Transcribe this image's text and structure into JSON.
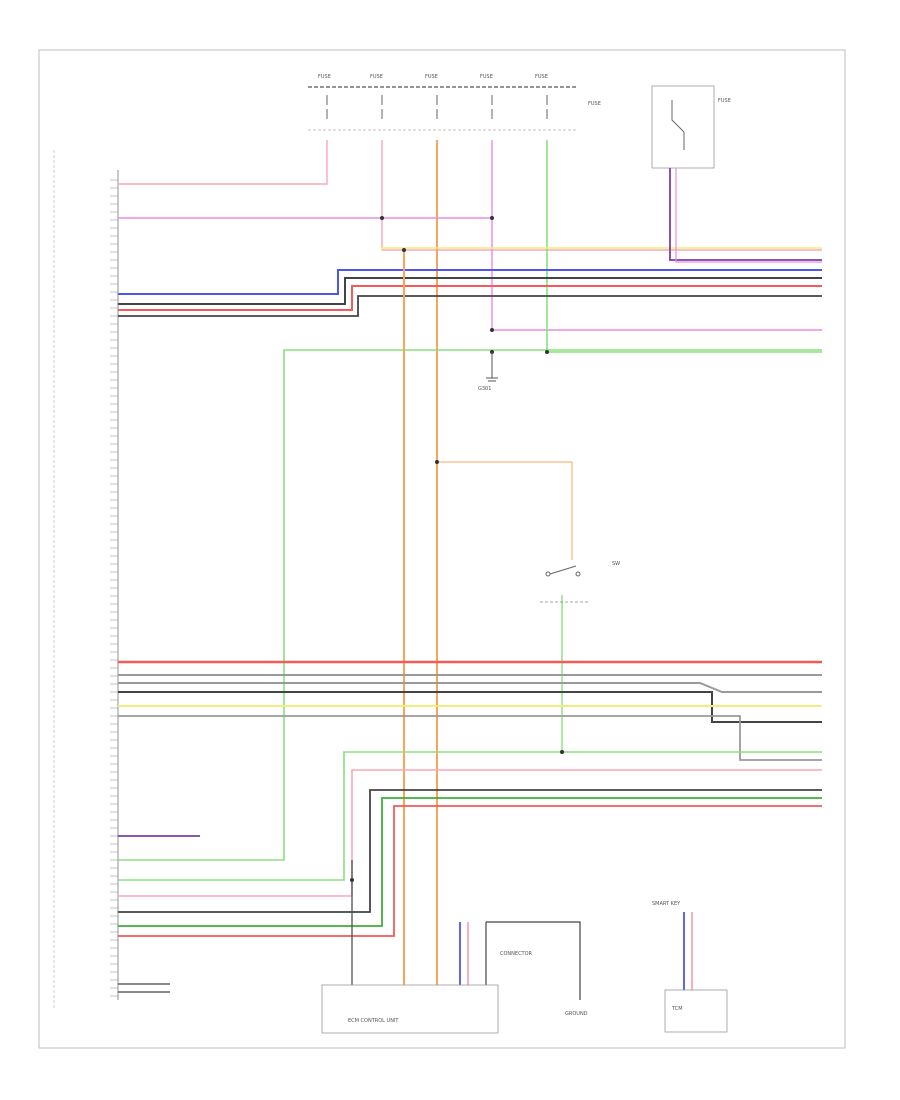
{
  "colors": {
    "red": "#f45a5a",
    "pink": "#f7a8b8",
    "magenta": "#e98ce8",
    "blue": "#4f56f0",
    "green": "#8ae07e",
    "dark_green": "#3fae3a",
    "yellow": "#f1ed7a",
    "orange": "#f6a55a",
    "gray": "#9a9a9a",
    "black": "#444444",
    "purple": "#7a3fa8",
    "frame": "#bdbdbd"
  },
  "labels": {
    "fuse_header": "FUSE",
    "ground": "G301",
    "connector": "CONNECTOR",
    "tcm": "TCM",
    "ecm_bottom": "ECM CONTROL UNIT",
    "ground_box": "GROUND",
    "smart_key": "SMART KEY"
  }
}
